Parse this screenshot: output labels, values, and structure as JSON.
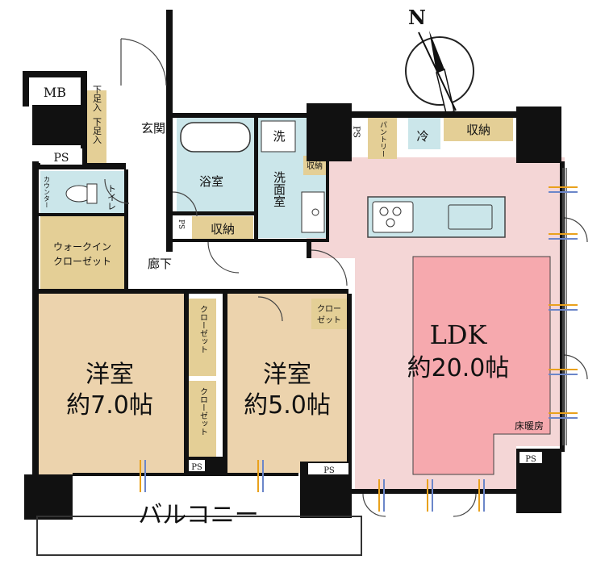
{
  "compass": {
    "north": "N"
  },
  "rooms": {
    "mb": "MB",
    "ps_entry": "PS",
    "entrance": "玄関",
    "shoe_storage_1": "下足入",
    "shoe_storage_2": "下足入",
    "counter": "カウンター",
    "toilet": "トイレ",
    "bath": "浴室",
    "wash_label": "洗",
    "washroom": "洗面室",
    "wash_storage": "収納",
    "hall_storage": "収納",
    "ps_hall": "PS",
    "corridor": "廊下",
    "walk_in_closet_line1": "ウォークイン",
    "walk_in_closet_line2": "クローゼット",
    "closet_a": "クローゼット",
    "closet_b": "クローゼット",
    "closet_c_line1": "クロー",
    "closet_c_line2": "ゼット",
    "western_room_1": "洋室",
    "western_room_1_size": "約7.0帖",
    "western_room_2": "洋室",
    "western_room_2_size": "約5.0帖",
    "ps_kitchen": "PS",
    "pantry": "パントリー",
    "fridge": "冷",
    "kitchen_storage": "収納",
    "ldk": "LDK",
    "ldk_size": "約20.0帖",
    "floor_heating": "床暖房",
    "ps_ldk": "PS",
    "ps_room1": "PS",
    "ps_room2": "PS",
    "balcony": "バルコニー"
  },
  "colors": {
    "ldk_floor": "#f4d6d6",
    "floor_heating": "#f6a9ae",
    "western_rooms": "#ecd3ad",
    "wet_areas": "#cbe6ea",
    "storage": "#e4cf96",
    "walls": "#111111",
    "arrow_in": "#e9a11c",
    "arrow_out": "#6b86c9"
  }
}
